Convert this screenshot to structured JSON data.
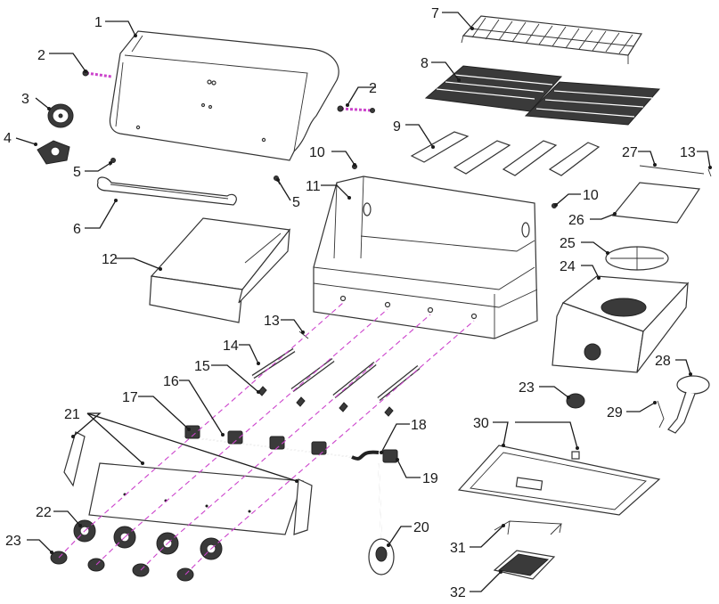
{
  "labels": [
    "1",
    "2",
    "2",
    "3",
    "4",
    "5",
    "5",
    "6",
    "7",
    "8",
    "9",
    "10",
    "10",
    "11",
    "12",
    "13",
    "13",
    "14",
    "15",
    "16",
    "17",
    "18",
    "19",
    "20",
    "21",
    "22",
    "23",
    "23",
    "24",
    "25",
    "26",
    "27",
    "28",
    "29",
    "30",
    "31",
    "32"
  ],
  "colors": {
    "ink": "#1a1a1a",
    "guide": "#cc44cc"
  }
}
